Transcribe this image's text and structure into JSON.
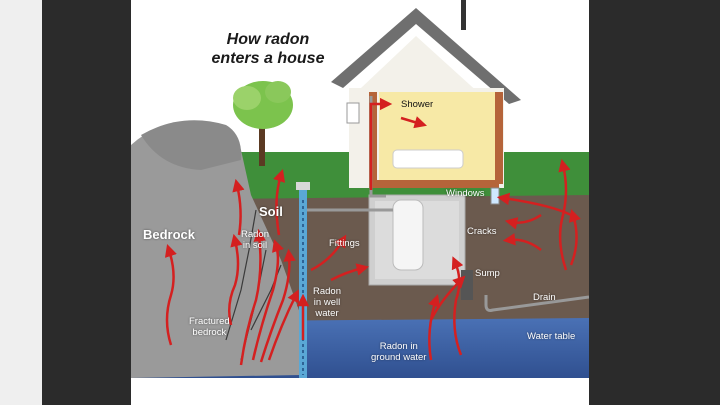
{
  "diagram": {
    "title_line1": "How radon",
    "title_line2": "enters a house",
    "labels": {
      "shower": "Shower",
      "windows": "Windows",
      "soil": "Soil",
      "bedrock": "Bedrock",
      "radon_in_soil_1": "Radon",
      "radon_in_soil_2": "in soil",
      "fittings": "Fittings",
      "cracks": "Cracks",
      "sump": "Sump",
      "drain": "Drain",
      "radon_in_well_water_1": "Radon",
      "radon_in_well_water_2": "in well",
      "radon_in_well_water_3": "water",
      "fractured_bedrock_1": "Fractured",
      "fractured_bedrock_2": "bedrock",
      "water_table": "Water table",
      "radon_in_ground_water_1": "Radon in",
      "radon_in_ground_water_2": "ground water"
    },
    "colors": {
      "sky": "#ffffff",
      "grass": "#3f8f3a",
      "soil": "#6b5a4e",
      "bedrock": "#9a9a9a",
      "groundwater": "#3f64a8",
      "house_wall": "#f3f1ea",
      "roof": "#6f6f6f",
      "radon_arrow": "#d42020",
      "interior": "#f7e9a6"
    }
  }
}
